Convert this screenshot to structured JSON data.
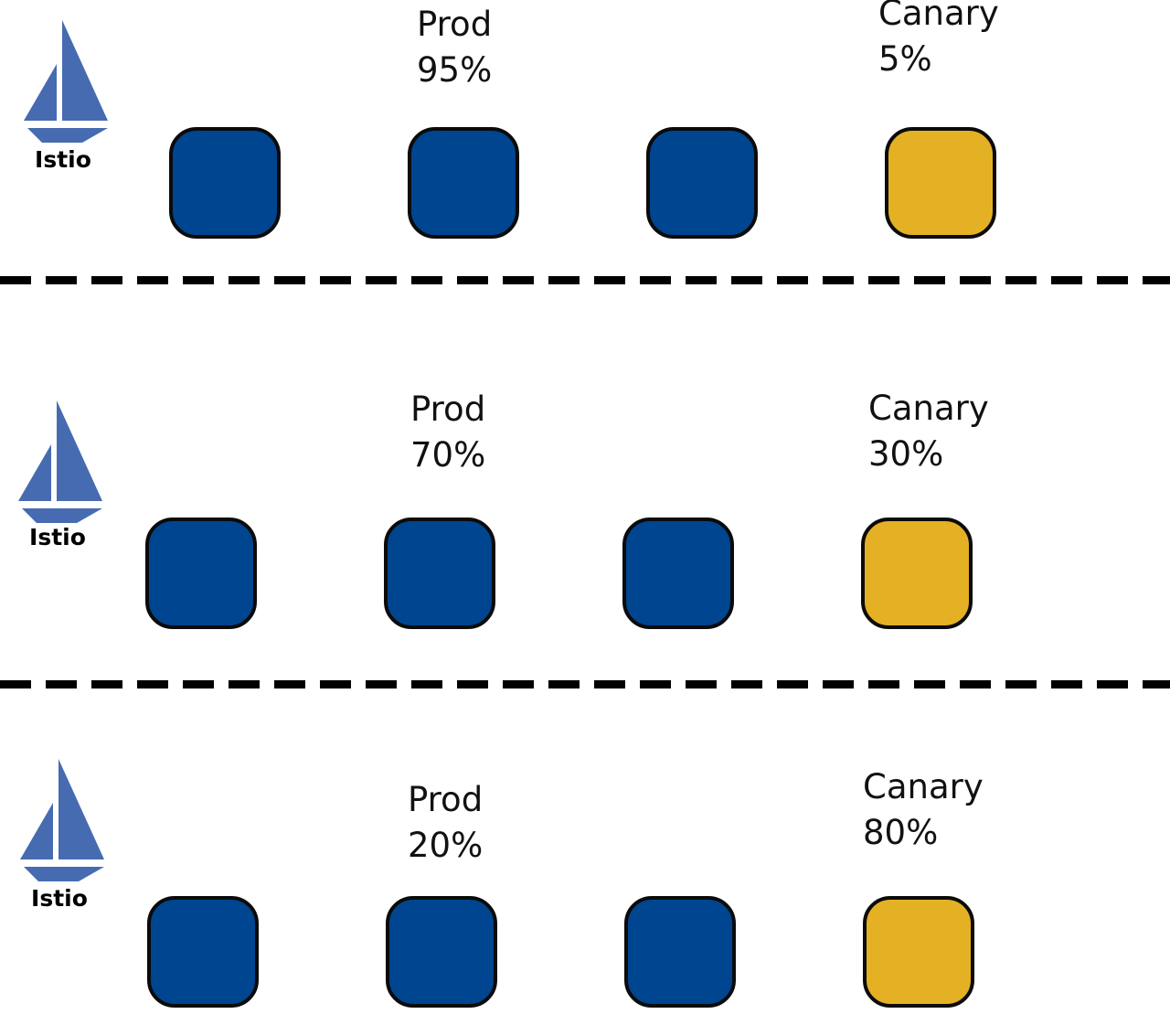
{
  "colors": {
    "prod": "#00458f",
    "canary": "#e4b124",
    "logo": "#466bb0",
    "outline": "#0b0b0b",
    "divider": "#000000"
  },
  "logo": {
    "icon": "istio-sail-icon",
    "label": "Istio"
  },
  "panels": [
    {
      "prod": {
        "name": "Prod",
        "percent": "95%"
      },
      "canary": {
        "name": "Canary",
        "percent": "5%"
      },
      "pods": [
        "prod",
        "prod",
        "prod",
        "canary"
      ]
    },
    {
      "prod": {
        "name": "Prod",
        "percent": "70%"
      },
      "canary": {
        "name": "Canary",
        "percent": "30%"
      },
      "pods": [
        "prod",
        "prod",
        "prod",
        "canary"
      ]
    },
    {
      "prod": {
        "name": "Prod",
        "percent": "20%"
      },
      "canary": {
        "name": "Canary",
        "percent": "80%"
      },
      "pods": [
        "prod",
        "prod",
        "prod",
        "canary"
      ]
    }
  ]
}
